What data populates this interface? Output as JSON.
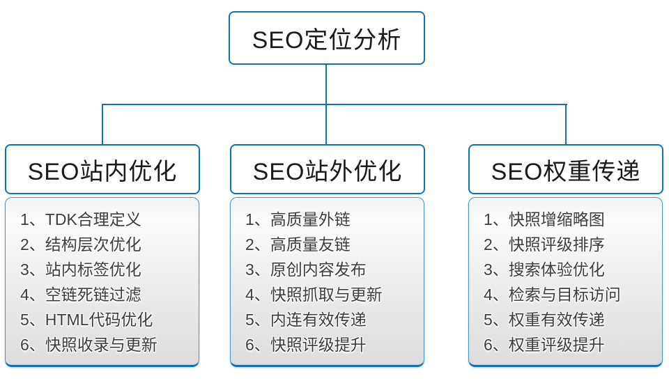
{
  "root": {
    "title": "SEO定位分析"
  },
  "columns": [
    {
      "title": "SEO站内优化",
      "items": [
        "1、TDK合理定义",
        "2、结构层次优化",
        "3、站内标签优化",
        "4、空链死链过滤",
        "5、HTML代码优化",
        "6、快照收录与更新"
      ]
    },
    {
      "title": "SEO站外优化",
      "items": [
        "1、高质量外链",
        "2、高质量友链",
        "3、原创内容发布",
        "4、快照抓取与更新",
        "5、内连有效传递",
        "6、快照评级提升"
      ]
    },
    {
      "title": "SEO权重传递",
      "items": [
        "1、快照增缩略图",
        "2、快照评级排序",
        "3、搜索体验优化",
        "4、检索与目标访问",
        "5、权重有效传递",
        "6、权重评级提升"
      ]
    }
  ],
  "colors": {
    "accent_blue": "#0f72bf",
    "box_border": "#0b71bd",
    "title_text": "#1b1b1b",
    "item_text": "#3d3d3d",
    "panel_gradient_top": "#f6f6f6",
    "panel_gradient_bottom": "#dcdcdc"
  }
}
